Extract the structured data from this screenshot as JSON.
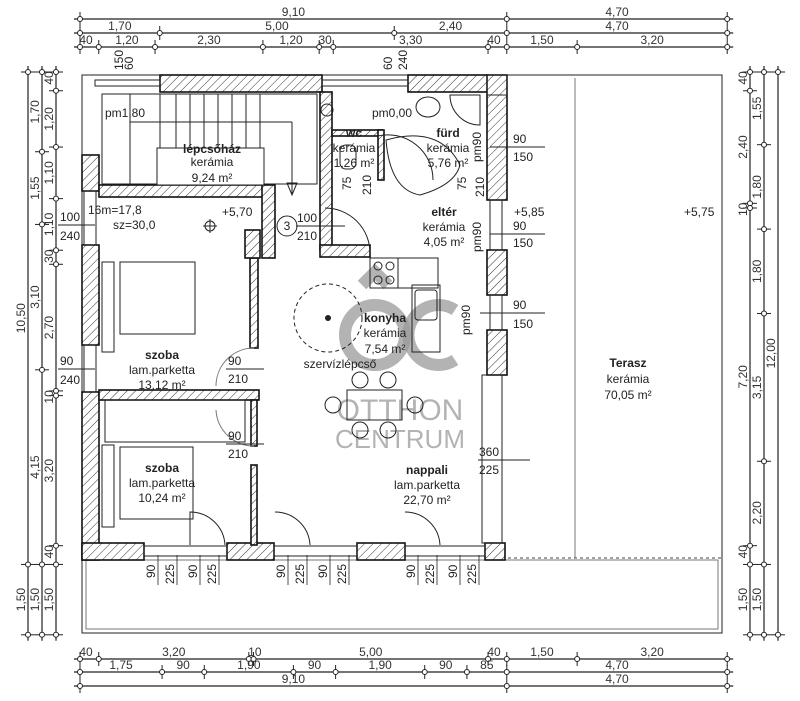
{
  "plan": {
    "rooms": [
      {
        "name": "lépcsőház",
        "floor": "kerámia",
        "area": "9,24 m²"
      },
      {
        "name": "wc",
        "floor": "kerámia",
        "area": "1,26 m²"
      },
      {
        "name": "fürd",
        "floor": "kerámia",
        "area": "5,76 m²"
      },
      {
        "name": "eltér",
        "floor": "kerámia",
        "area": "4,05 m²"
      },
      {
        "name": "konyha",
        "floor": "kerámia",
        "area": "7,54 m²"
      },
      {
        "name": "szoba",
        "floor": "lam.parketta",
        "area": "13,12 m²"
      },
      {
        "name": "szoba",
        "floor": "lam.parketta",
        "area": "10,24 m²"
      },
      {
        "name": "nappali",
        "floor": "lam.parketta",
        "area": "22,70 m²"
      },
      {
        "name": "Terasz",
        "floor": "kerámia",
        "area": "70,05 m²"
      }
    ],
    "spiral_stair_label": "szervízlépcső",
    "levels": {
      "pm_stair": "pm1,80",
      "pm_bath": "pm0,00",
      "pm90": "pm90",
      "stair_spec1": "16m=17,8",
      "stair_spec2": "sz=30,0",
      "elev1": "+5,70",
      "elev2": "+5,85",
      "elev3": "+5,75",
      "door_no": "3"
    },
    "openings": {
      "w_left1": [
        "100",
        "240"
      ],
      "w_left2": [
        "90",
        "240"
      ],
      "d_stair": [
        "100",
        "210"
      ],
      "d_room1": [
        "90",
        "210"
      ],
      "d_room2": [
        "90",
        "210"
      ],
      "w_right1": [
        "90",
        "150"
      ],
      "w_right2": [
        "90",
        "150"
      ],
      "w_right3": [
        "90",
        "150"
      ],
      "w_big": [
        "360",
        "225"
      ],
      "d_wc": [
        "75",
        "210"
      ],
      "d_bath": [
        "75",
        "210"
      ],
      "bottom": [
        "90",
        "225",
        "90",
        "225",
        "90",
        "225",
        "90",
        "225",
        "90",
        "225",
        "90",
        "225"
      ],
      "top_marks": [
        "150",
        "60",
        "60",
        "240"
      ]
    },
    "watermark": {
      "logo": "ÔC",
      "line1": "OTTHON",
      "line2": "CENTRUM"
    }
  },
  "dimensions": {
    "top": [
      [
        {
          "v": 9.1,
          "t": "9,10"
        },
        {
          "v": 4.7,
          "t": "4,70"
        }
      ],
      [
        {
          "v": 1.7,
          "t": "1,70"
        },
        {
          "v": 5.0,
          "t": "5,00"
        },
        {
          "v": 2.4,
          "t": "2,40"
        },
        {
          "v": 4.7,
          "t": "4,70"
        }
      ],
      [
        {
          "v": 0.4,
          "t": "40"
        },
        {
          "v": 1.2,
          "t": "1,20"
        },
        {
          "v": 2.3,
          "t": "2,30"
        },
        {
          "v": 1.2,
          "t": "1,20"
        },
        {
          "v": 0.3,
          "t": "30"
        },
        {
          "v": 3.3,
          "t": "3,30"
        },
        {
          "v": 0.4,
          "t": "40"
        },
        {
          "v": 1.5,
          "t": "1,50"
        },
        {
          "v": 3.2,
          "t": "3,20"
        }
      ]
    ],
    "bottom": [
      [
        {
          "v": 0.4,
          "t": "40"
        },
        {
          "v": 3.2,
          "t": "3,20"
        },
        {
          "v": 0.1,
          "t": "10"
        },
        {
          "v": 5.0,
          "t": "5,00"
        },
        {
          "v": 0.4,
          "t": "40"
        },
        {
          "v": 1.5,
          "t": "1,50"
        },
        {
          "v": 3.2,
          "t": "3,20"
        }
      ],
      [
        {
          "v": 1.75,
          "t": "1,75"
        },
        {
          "v": 0.9,
          "t": "90"
        },
        {
          "v": 1.9,
          "t": "1,90"
        },
        {
          "v": 0.9,
          "t": "90"
        },
        {
          "v": 1.9,
          "t": "1,90"
        },
        {
          "v": 0.9,
          "t": "90"
        },
        {
          "v": 0.85,
          "t": "85"
        },
        {
          "v": 4.7,
          "t": "4,70"
        }
      ],
      [
        {
          "v": 9.1,
          "t": "9,10"
        },
        {
          "v": 4.7,
          "t": "4,70"
        }
      ]
    ],
    "left": [
      [
        {
          "v": 10.5,
          "t": "10,50"
        },
        {
          "v": 1.5,
          "t": "1,50"
        }
      ],
      [
        {
          "v": 1.7,
          "t": "1,70"
        },
        {
          "v": 1.55,
          "t": "1,55"
        },
        {
          "v": 3.1,
          "t": "3,10"
        },
        {
          "v": 4.15,
          "t": "4,15"
        },
        {
          "v": 1.5,
          "t": "1,50"
        }
      ],
      [
        {
          "v": 0.4,
          "t": "40"
        },
        {
          "v": 1.2,
          "t": "1,20"
        },
        {
          "v": 1.1,
          "t": "1,10"
        },
        {
          "v": 1.1,
          "t": "1,10"
        },
        {
          "v": 0.3,
          "t": "30"
        },
        {
          "v": 2.7,
          "t": "2,70"
        },
        {
          "v": 0.1,
          "t": "10"
        },
        {
          "v": 3.2,
          "t": "3,20"
        },
        {
          "v": 0.4,
          "t": "40"
        },
        {
          "v": 1.5,
          "t": "1,50"
        }
      ]
    ],
    "right": [
      [
        {
          "v": 0.4,
          "t": "40"
        },
        {
          "v": 2.4,
          "t": "2,40"
        },
        {
          "v": 0.1,
          "t": "10"
        },
        {
          "v": 7.2,
          "t": "7,20"
        },
        {
          "v": 0.4,
          "t": "40"
        },
        {
          "v": 1.5,
          "t": "1,50"
        }
      ],
      [
        {
          "v": 1.55,
          "t": "1,55"
        },
        {
          "v": 1.8,
          "t": "1,80"
        },
        {
          "v": 1.8,
          "t": "1,80"
        },
        {
          "v": 3.15,
          "t": "3,15"
        },
        {
          "v": 2.2,
          "t": "2,20"
        },
        {
          "v": 1.5,
          "t": "1,50"
        }
      ],
      [
        {
          "v": 12.0,
          "t": "12,00"
        }
      ]
    ]
  }
}
